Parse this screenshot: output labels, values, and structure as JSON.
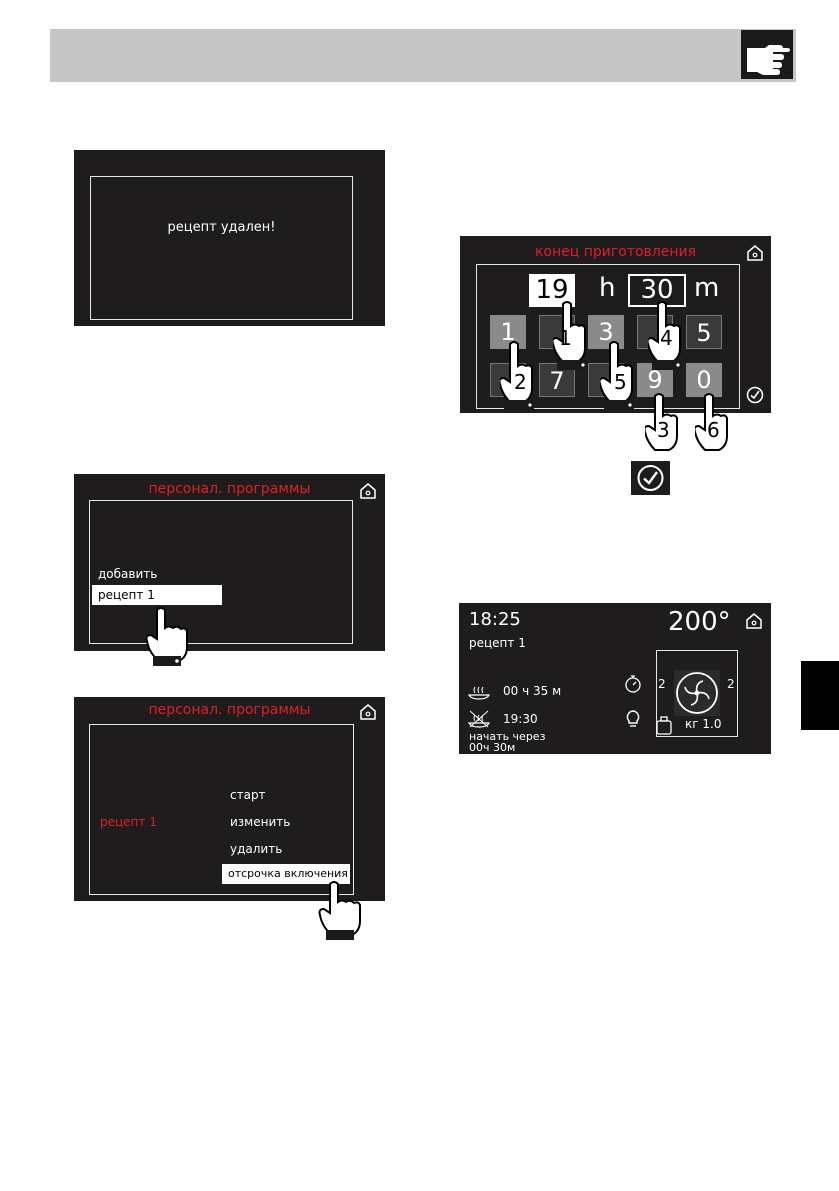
{
  "screen1": {
    "message": "рецепт удален!"
  },
  "screen2": {
    "title": "персонал. программы",
    "items": [
      "добавить",
      "рецепт 1"
    ]
  },
  "screen3": {
    "title": "персонал. программы",
    "recipe": "рецепт 1",
    "options": [
      "старт",
      "изменить",
      "удалить",
      "отсрочка включения"
    ]
  },
  "screen4": {
    "title": "конец приготовления",
    "hours": "19",
    "h_label": "h",
    "minutes": "30",
    "m_label": "m",
    "keys_row1": [
      "1",
      "",
      "3",
      "",
      "5"
    ],
    "keys_row2": [
      "",
      "7",
      "",
      "9",
      "0"
    ],
    "steps": [
      "1",
      "2",
      "4",
      "5",
      "3",
      "6"
    ]
  },
  "screen5": {
    "time": "18:25",
    "temperature": "200°",
    "recipe": "рецепт 1",
    "duration": "00 ч 35 м",
    "end_time": "19:30",
    "start_label": "начать через",
    "start_value": "00ч 30м",
    "weight": "кг  1.0",
    "level_left": "2",
    "level_right": "2"
  },
  "colors": {
    "accent": "#e31e24",
    "screen_bg": "#1f1c1d",
    "header_bg": "#c6c6c6"
  },
  "icons": [
    "pointing-hand-icon",
    "home-icon",
    "confirm-check-icon",
    "touch-hand-icon",
    "fan-icon",
    "timer-icon",
    "lamp-icon",
    "weight-icon",
    "duration-icon",
    "end-time-icon"
  ]
}
